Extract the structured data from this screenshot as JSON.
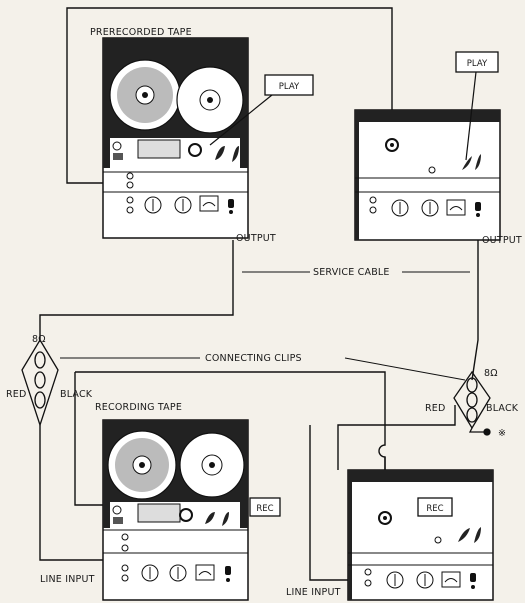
{
  "labels": {
    "prerecorded_tape": "PRERECORDED TAPE",
    "recording_tape": "RECORDING TAPE",
    "play": "PLAY",
    "rec": "REC",
    "output": "OUTPUT",
    "service_cable": "SERVICE CABLE",
    "connecting_clips": "CONNECTING CLIPS",
    "ohm": "8Ω",
    "red": "RED",
    "black": "BLACK",
    "line_input": "LINE INPUT",
    "note_mark": "※"
  }
}
